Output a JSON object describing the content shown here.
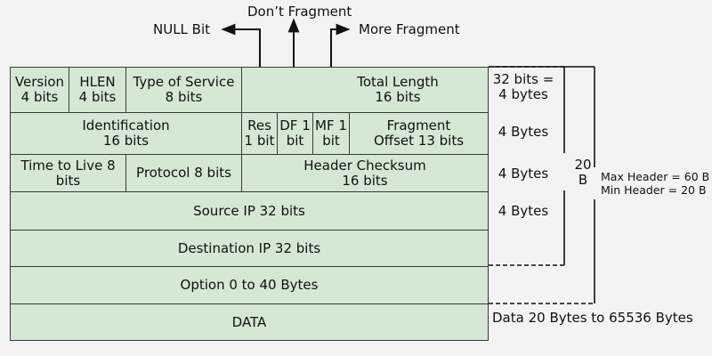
{
  "arrows": {
    "null_bit": "NULL Bit",
    "dont_fragment": "Don’t Fragment",
    "more_fragment": "More Fragment"
  },
  "header_fields": {
    "version": "Version\n4 bits",
    "hlen": "HLEN\n4 bits",
    "type_of_service": "Type of Service\n8 bits",
    "total_length": "Total Length\n16 bits",
    "identification": "Identification\n16 bits",
    "res": "Res\n1 bit",
    "df": "DF 1\nbit",
    "mf": "MF 1\nbit",
    "fragment_offset": "Fragment\nOffset 13 bits",
    "ttl": "Time to Live 8\nbits",
    "protocol": "Protocol 8 bits",
    "header_checksum": "Header Checksum\n16 bits",
    "source_ip": "Source IP 32 bits",
    "destination_ip": "Destination IP 32 bits",
    "option": "Option 0 to 40 Bytes",
    "data": "DATA"
  },
  "annotations": {
    "row1": "32 bits =\n4 bytes",
    "row2": "4 Bytes",
    "row3": "4 Bytes",
    "row4": "4 Bytes",
    "brace_20b": "20\nB",
    "header_size": "Max Header = 60 B\nMin Header = 20 B",
    "data_size": "Data 20 Bytes to 65536 Bytes"
  }
}
